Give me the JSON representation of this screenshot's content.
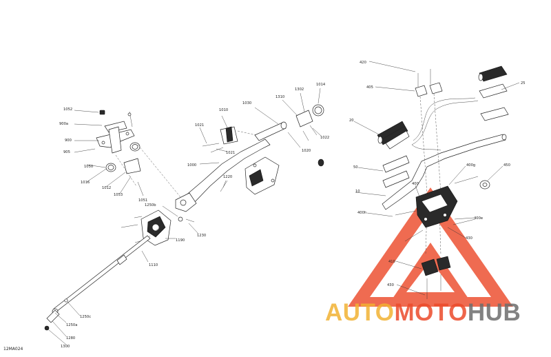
{
  "diagram": {
    "id": "12MA024",
    "left_assembly_labels": {
      "l1052": "1052",
      "l900a": "900a",
      "l900": "900",
      "l905": "905",
      "l1050": "1050",
      "l1016": "1016",
      "l1012": "1012",
      "l1053": "1053",
      "l1051": "1051",
      "l1010": "1010",
      "l1021a": "1021",
      "l1021b": "1021",
      "l1000": "1000",
      "l1030": "1030",
      "l1310": "1310",
      "l1302": "1302",
      "l1014": "1014",
      "l1020": "1020",
      "l1022": "1022",
      "l1220": "1220",
      "l1250b": "1250b",
      "l1230": "1230",
      "l1190": "1190",
      "l1110": "1110",
      "l1250c": "1250c",
      "l1250a": "1250a",
      "l1280": "1280",
      "l1300": "1300"
    },
    "right_assembly_labels": {
      "l420": "420",
      "l405": "405",
      "l25": "25",
      "l20": "20",
      "l50": "50",
      "l10": "10",
      "l400g": "400g",
      "l450": "450",
      "l400": "400",
      "l400h": "400h",
      "l400e": "400e",
      "l430b": "430",
      "l410": "410",
      "l430": "430"
    }
  },
  "watermark": {
    "part1": "AUTO",
    "part2": "MOTO",
    "part3": "HUB",
    "colors": {
      "auto": "#f2b233",
      "moto": "#ec4b2b",
      "hub": "#6d6d6d",
      "triangle": "#ec4b2b"
    }
  }
}
